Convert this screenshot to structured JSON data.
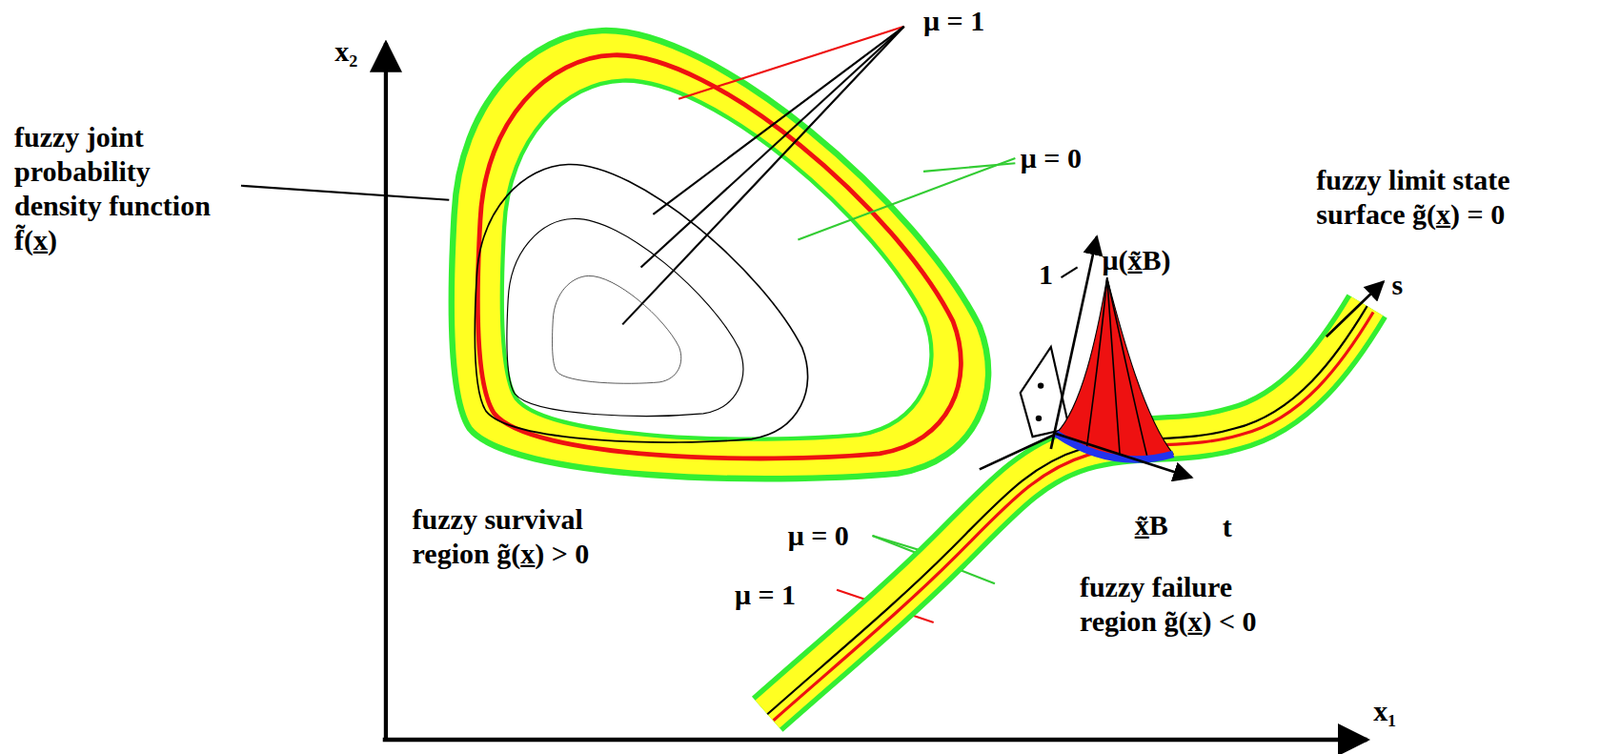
{
  "diagram": {
    "labels": [
      "μ = 1",
      "μ = 0",
      "fuzzy joint probability density function f̃(x̲)",
      "fuzzy limit state surface g̃(x̲) = 0",
      "μ(x̲̃B)",
      "1",
      "s",
      "x̲̃B",
      "t",
      "fuzzy survival region g̃(x̲) > 0",
      "μ = 0",
      "μ = 1",
      "fuzzy failure region g̃(x̲) < 0",
      "x₁",
      "x₂"
    ]
  }
}
